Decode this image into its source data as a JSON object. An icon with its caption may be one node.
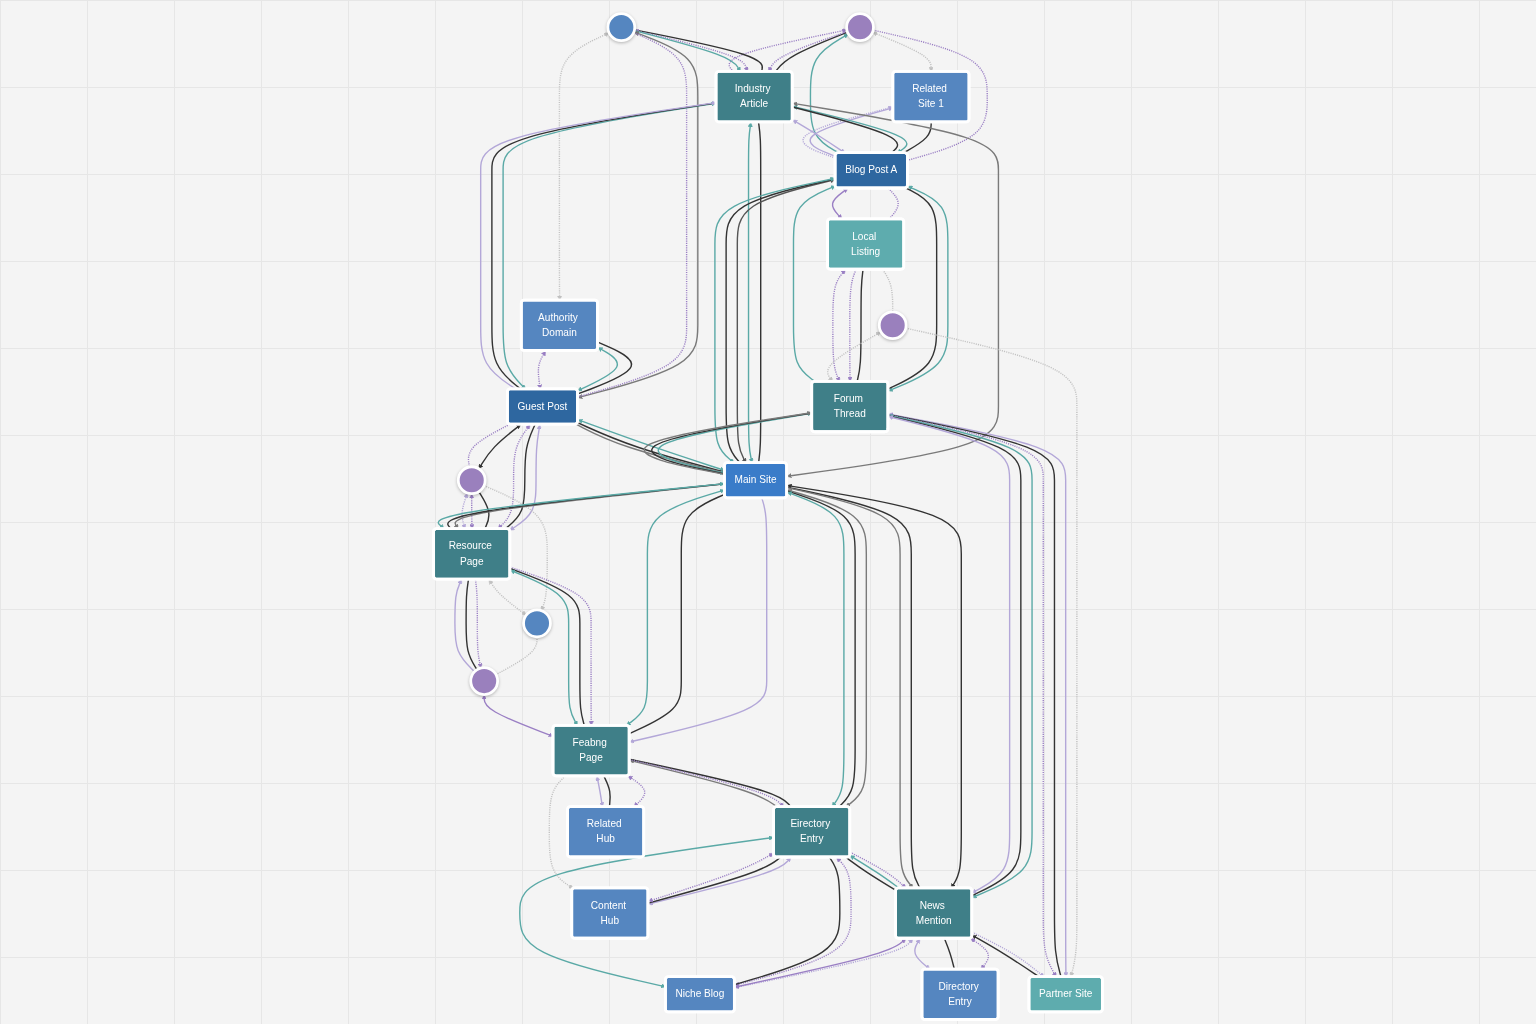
{
  "diagram": {
    "nodes": [
      {
        "text": [],
        "shape": "circle"
      },
      {
        "text": [],
        "shape": "circle"
      },
      {
        "text": [
          "Related Site 1"
        ]
      },
      {
        "text": [
          "Authority Domain"
        ]
      },
      {
        "text": [
          "Industry Article"
        ]
      },
      {
        "text": [
          "Blog Post A"
        ]
      },
      {
        "text": [
          "Guest Post"
        ]
      },
      {
        "text": [
          "Local Listing"
        ]
      },
      {
        "text": [],
        "shape": "circle"
      },
      {
        "text": [],
        "shape": "circle"
      },
      {
        "text": [
          "Forum Thread"
        ]
      },
      {
        "text": [
          "Main Site"
        ]
      },
      {
        "text": [
          "Resource Page"
        ]
      },
      {
        "text": [],
        "shape": "circle"
      },
      {
        "text": [
          "Partner Site"
        ]
      },
      {
        "text": [],
        "shape": "circle"
      },
      {
        "text": [
          "News Mention"
        ]
      },
      {
        "text": [
          "Feabng Page"
        ]
      },
      {
        "text": [
          "Eirectory Entry"
        ]
      },
      {
        "text": [
          "Directory Entry"
        ]
      },
      {
        "text": [
          "Related Hub"
        ]
      },
      {
        "text": [
          "Niche Blog"
        ]
      },
      {
        "text": [
          "Content Hub"
        ]
      }
    ],
    "edges": [
      {
        "from": 0,
        "to": 2,
        "arrow": "both",
        "style": "dashed",
        "color": "#c2c2c2"
      },
      {
        "from": 1,
        "to": 3,
        "arrow": "both",
        "style": "dashed",
        "color": "#c2c2c2"
      },
      {
        "from": 5,
        "to": 0,
        "arrow": "to",
        "color": "#5aa9a6"
      },
      {
        "from": 0,
        "to": 5,
        "arrow": "none",
        "style": "dashed",
        "color": "#9a7fc4"
      },
      {
        "from": 0,
        "to": 4,
        "arrow": "none"
      },
      {
        "from": 4,
        "to": 0,
        "arrow": "to",
        "style": "dashed",
        "color": "#9a7fc4"
      },
      {
        "from": 0,
        "to": 4,
        "arrow": "to",
        "style": "dashed",
        "color": "#9a7fc4"
      },
      {
        "from": 1,
        "to": 4,
        "arrow": "none"
      },
      {
        "from": 1,
        "to": 4,
        "arrow": "both",
        "style": "dashed",
        "color": "#9a7fc4"
      },
      {
        "from": 1,
        "to": 4,
        "arrow": "to",
        "color": "#5aa9a6"
      },
      {
        "from": 1,
        "to": 6,
        "arrow": "both",
        "color": "#7a7a7a"
      },
      {
        "from": 1,
        "to": 6,
        "arrow": "none",
        "style": "dashed",
        "color": "#9a7fc4"
      },
      {
        "from": 2,
        "to": 5,
        "arrow": "none"
      },
      {
        "from": 5,
        "to": 2,
        "arrow": "to",
        "color": "#b3a7d8"
      },
      {
        "from": 5,
        "to": 2,
        "arrow": "to",
        "style": "dashed",
        "color": "#b3a7d8"
      },
      {
        "from": 3,
        "to": 6,
        "arrow": "none"
      },
      {
        "from": 3,
        "to": 6,
        "arrow": "both",
        "color": "#5aa9a6"
      },
      {
        "from": 3,
        "to": 6,
        "arrow": "both",
        "style": "dashed",
        "color": "#9a7fc4"
      },
      {
        "from": 4,
        "to": 5,
        "arrow": "both",
        "color": "#5aa9a6"
      },
      {
        "from": 4,
        "to": 5,
        "arrow": "none"
      },
      {
        "from": 4,
        "to": 5,
        "arrow": "both",
        "color": "#b3a7d8"
      },
      {
        "from": 4,
        "to": 6,
        "arrow": "both",
        "color": "#5aa9a6"
      },
      {
        "from": 4,
        "to": 6,
        "arrow": "none"
      },
      {
        "from": 6,
        "to": 4,
        "arrow": "to",
        "color": "#b3a7d8"
      },
      {
        "from": 5,
        "to": 7,
        "arrow": "none",
        "style": "dashed",
        "color": "#9a7fc4"
      },
      {
        "from": 5,
        "to": 7,
        "arrow": "both",
        "color": "#9a7fc4"
      },
      {
        "from": 6,
        "to": 8,
        "arrow": "both"
      },
      {
        "from": 6,
        "to": 8,
        "arrow": "none",
        "style": "dashed",
        "color": "#9a7fc4"
      },
      {
        "from": 4,
        "to": 11,
        "arrow": "both",
        "color": "#7a7a7a"
      },
      {
        "from": 4,
        "to": 11,
        "arrow": "none"
      },
      {
        "from": 4,
        "to": 11,
        "arrow": "both",
        "color": "#5aa9a6"
      },
      {
        "from": 5,
        "to": 10,
        "arrow": "both",
        "color": "#5aa9a6"
      },
      {
        "from": 5,
        "to": 10,
        "arrow": "none"
      },
      {
        "from": 10,
        "to": 5,
        "arrow": "to",
        "color": "#5aa9a6"
      },
      {
        "from": 5,
        "to": 11,
        "arrow": "both",
        "color": "#555555"
      },
      {
        "from": 5,
        "to": 11,
        "arrow": "none"
      },
      {
        "from": 5,
        "to": 11,
        "arrow": "both",
        "color": "#5aa9a6"
      },
      {
        "from": 6,
        "to": 11,
        "arrow": "both",
        "color": "#5aa9a6"
      },
      {
        "from": 6,
        "to": 11,
        "arrow": "none"
      },
      {
        "from": 6,
        "to": 11,
        "arrow": "to",
        "color": "#7a7a7a"
      },
      {
        "from": 6,
        "to": 12,
        "arrow": "both",
        "color": "#b3a7d8"
      },
      {
        "from": 6,
        "to": 12,
        "arrow": "none"
      },
      {
        "from": 6,
        "to": 12,
        "arrow": "both",
        "style": "dashed",
        "color": "#9a7fc4"
      },
      {
        "from": 7,
        "to": 10,
        "arrow": "none"
      },
      {
        "from": 7,
        "to": 10,
        "arrow": "to",
        "style": "dashed",
        "color": "#9a7fc4"
      },
      {
        "from": 7,
        "to": 10,
        "arrow": "both",
        "style": "dashed",
        "color": "#9a7fc4"
      },
      {
        "from": 7,
        "to": 9,
        "arrow": "none",
        "style": "dashed",
        "color": "#c2c2c2"
      },
      {
        "from": 8,
        "to": 12,
        "arrow": "none"
      },
      {
        "from": 8,
        "to": 12,
        "arrow": "both",
        "style": "dashed",
        "color": "#9a7fc4"
      },
      {
        "from": 8,
        "to": 12,
        "arrow": "both",
        "style": "dashed",
        "color": "#b3a7d8"
      },
      {
        "from": 8,
        "to": 13,
        "arrow": "to",
        "style": "dashed",
        "color": "#c2c2c2"
      },
      {
        "from": 9,
        "to": 10,
        "arrow": "both",
        "style": "dashed",
        "color": "#c2c2c2"
      },
      {
        "from": 9,
        "to": 14,
        "arrow": "to",
        "style": "dashed",
        "color": "#c2c2c2"
      },
      {
        "from": 10,
        "to": 11,
        "arrow": "both",
        "color": "#5aa9a6"
      },
      {
        "from": 10,
        "to": 11,
        "arrow": "none"
      },
      {
        "from": 11,
        "to": 10,
        "arrow": "to",
        "color": "#7a7a7a"
      },
      {
        "from": 11,
        "to": 12,
        "arrow": "to",
        "color": "#7a7a7a"
      },
      {
        "from": 11,
        "to": 12,
        "arrow": "none"
      },
      {
        "from": 11,
        "to": 12,
        "arrow": "both",
        "color": "#5aa9a6"
      },
      {
        "from": 12,
        "to": 13,
        "arrow": "both",
        "style": "dashed",
        "color": "#c2c2c2"
      },
      {
        "from": 10,
        "to": 14,
        "arrow": "both",
        "color": "#b3a7d8"
      },
      {
        "from": 10,
        "to": 14,
        "arrow": "none"
      },
      {
        "from": 10,
        "to": 14,
        "arrow": "both",
        "style": "dashed",
        "color": "#9a7fc4"
      },
      {
        "from": 13,
        "to": 15,
        "arrow": "none",
        "style": "dashed",
        "color": "#c2c2c2"
      },
      {
        "from": 12,
        "to": 15,
        "arrow": "to",
        "style": "dashed",
        "color": "#9a7fc4"
      },
      {
        "from": 12,
        "to": 15,
        "arrow": "none"
      },
      {
        "from": 15,
        "to": 12,
        "arrow": "to",
        "color": "#b3a7d8"
      },
      {
        "from": 10,
        "to": 16,
        "arrow": "both",
        "color": "#5aa9a6"
      },
      {
        "from": 10,
        "to": 16,
        "arrow": "none"
      },
      {
        "from": 10,
        "to": 16,
        "arrow": "both",
        "color": "#b3a7d8"
      },
      {
        "from": 11,
        "to": 16,
        "arrow": "both"
      },
      {
        "from": 11,
        "to": 16,
        "arrow": "none"
      },
      {
        "from": 11,
        "to": 16,
        "arrow": "to",
        "color": "#7a7a7a"
      },
      {
        "from": 11,
        "to": 18,
        "arrow": "both",
        "color": "#7a7a7a"
      },
      {
        "from": 11,
        "to": 18,
        "arrow": "none"
      },
      {
        "from": 11,
        "to": 18,
        "arrow": "both",
        "color": "#5aa9a6"
      },
      {
        "from": 11,
        "to": 17,
        "arrow": "to",
        "color": "#b3a7d8"
      },
      {
        "from": 11,
        "to": 17,
        "arrow": "none"
      },
      {
        "from": 11,
        "to": 17,
        "arrow": "both",
        "color": "#5aa9a6"
      },
      {
        "from": 12,
        "to": 17,
        "arrow": "to",
        "style": "dashed",
        "color": "#9a7fc4"
      },
      {
        "from": 12,
        "to": 17,
        "arrow": "none"
      },
      {
        "from": 12,
        "to": 17,
        "arrow": "both",
        "color": "#5aa9a6"
      },
      {
        "from": 15,
        "to": 17,
        "arrow": "both",
        "color": "#9a7fc4"
      },
      {
        "from": 14,
        "to": 16,
        "arrow": "to"
      },
      {
        "from": 16,
        "to": 14,
        "arrow": "to",
        "style": "dashed",
        "color": "#b3a7d8"
      },
      {
        "from": 16,
        "to": 18,
        "arrow": "to",
        "color": "#5aa9a6"
      },
      {
        "from": 16,
        "to": 18,
        "arrow": "none"
      },
      {
        "from": 18,
        "to": 16,
        "arrow": "to",
        "style": "dashed",
        "color": "#9a7fc4"
      },
      {
        "from": 18,
        "to": 17,
        "arrow": "to",
        "color": "#7a7a7a"
      },
      {
        "from": 17,
        "to": 18,
        "arrow": "none"
      },
      {
        "from": 17,
        "to": 18,
        "arrow": "to",
        "style": "dashed",
        "color": "#9a7fc4"
      },
      {
        "from": 16,
        "to": 19,
        "arrow": "both",
        "style": "dashed",
        "color": "#9a7fc4"
      },
      {
        "from": 16,
        "to": 19,
        "arrow": "none"
      },
      {
        "from": 16,
        "to": 19,
        "arrow": "both",
        "color": "#b3a7d8"
      },
      {
        "from": 16,
        "to": 21,
        "arrow": "both",
        "style": "dashed",
        "color": "#b3a7d8"
      },
      {
        "from": 16,
        "to": 21,
        "arrow": "both",
        "color": "#9a7fc4"
      },
      {
        "from": 18,
        "to": 21,
        "arrow": "both",
        "style": "dashed",
        "color": "#9a7fc4"
      },
      {
        "from": 18,
        "to": 21,
        "arrow": "none"
      },
      {
        "from": 18,
        "to": 21,
        "arrow": "both",
        "color": "#5aa9a6"
      },
      {
        "from": 18,
        "to": 22,
        "arrow": "both",
        "color": "#b3a7d8"
      },
      {
        "from": 18,
        "to": 22,
        "arrow": "none"
      },
      {
        "from": 18,
        "to": 22,
        "arrow": "both",
        "style": "dashed",
        "color": "#9a7fc4"
      },
      {
        "from": 17,
        "to": 20,
        "arrow": "both",
        "style": "dashed",
        "color": "#9a7fc4"
      },
      {
        "from": 17,
        "to": 20,
        "arrow": "none"
      },
      {
        "from": 17,
        "to": 20,
        "arrow": "both",
        "color": "#b3a7d8"
      },
      {
        "from": 17,
        "to": 22,
        "arrow": "to",
        "style": "dashed",
        "color": "#c2c2c2"
      }
    ]
  }
}
